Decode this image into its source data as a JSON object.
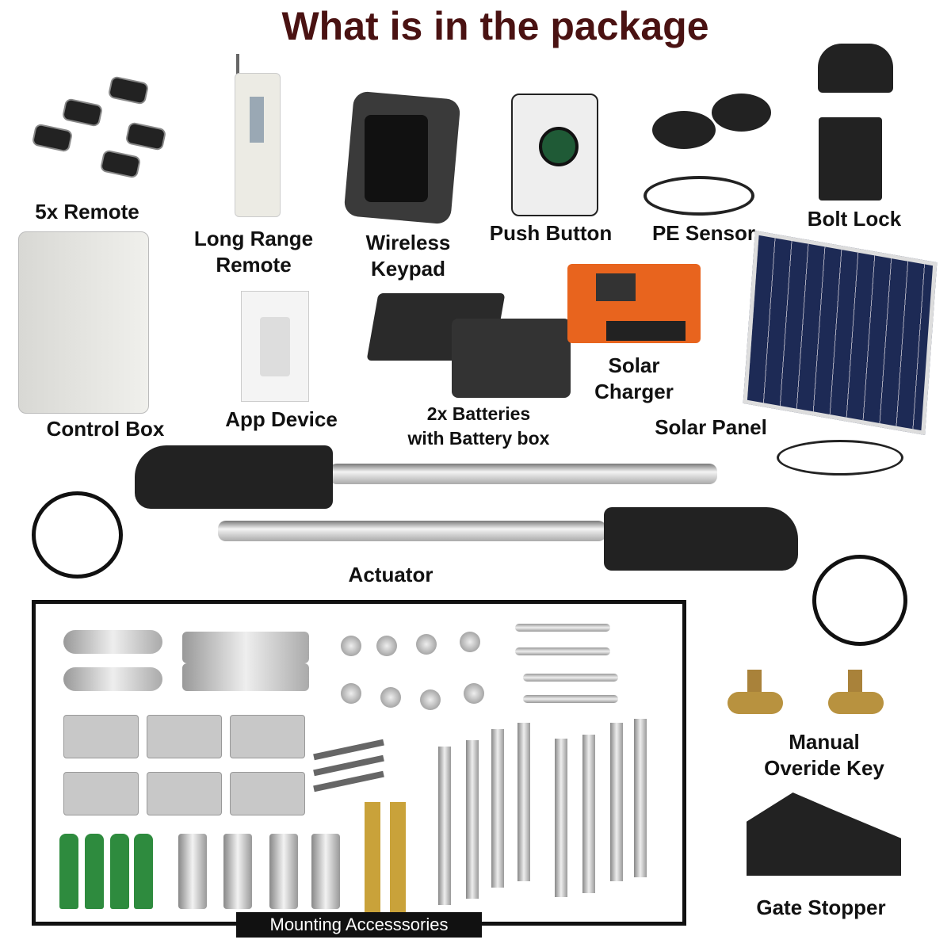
{
  "title": "What is in the package",
  "items": {
    "remotes": "5x Remote",
    "long_range_remote": [
      "Long Range",
      "Remote"
    ],
    "wireless_keypad": [
      "Wireless",
      "Keypad"
    ],
    "push_button": "Push Button",
    "pe_sensor": "PE Sensor",
    "bolt_lock": "Bolt Lock",
    "control_box": "Control Box",
    "app_device": "App Device",
    "batteries": [
      "2x Batteries",
      "with Battery box"
    ],
    "solar_charger": [
      "Solar",
      "Charger"
    ],
    "solar_panel": "Solar Panel",
    "actuator": "Actuator",
    "override_key": [
      "Manual",
      "Overide Key"
    ],
    "gate_stopper": "Gate Stopper"
  },
  "accessories": {
    "label": "Mounting Accesssories"
  },
  "colors": {
    "title": "#4a1212",
    "text": "#111111",
    "charger": "#e8641e",
    "solar_panel": "#1d2a55"
  }
}
